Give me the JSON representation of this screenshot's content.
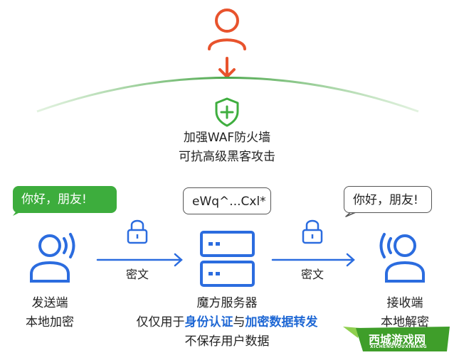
{
  "waf": {
    "line1": "加强WAF防火墙",
    "line2": "可抗高级黑客攻击"
  },
  "sender": {
    "bubble": "你好，朋友!",
    "line1": "发送端",
    "line2": "本地加密"
  },
  "server": {
    "bubble": "eWq^...Cxl*",
    "line1": "魔方服务器",
    "line2_prefix": "仅仅用于",
    "line2_hl1": "身份认证",
    "line2_mid": "与",
    "line2_hl2": "加密数据转发",
    "line3": "不保存用户数据"
  },
  "receiver": {
    "bubble": "你好，朋友!",
    "line1": "接收端",
    "line2": "本地解密"
  },
  "links": {
    "left_label": "密文",
    "right_label": "密文"
  },
  "watermark": {
    "title": "西城游戏网",
    "subtitle": "XICHENGYOUXIWANG"
  },
  "colors": {
    "attacker": "#e8532d",
    "shield": "#3fae3f",
    "blue": "#2b6cdf",
    "green_bubble": "#3dad3d",
    "highlight": "#1e67d4"
  },
  "icons": {
    "attacker": "person-outline-icon",
    "waf": "shield-plus-icon",
    "sender": "person-broadcast-icon",
    "server": "server-icon",
    "receiver": "person-receive-icon",
    "lock": "lock-icon",
    "watermark": "leaf-logo"
  }
}
